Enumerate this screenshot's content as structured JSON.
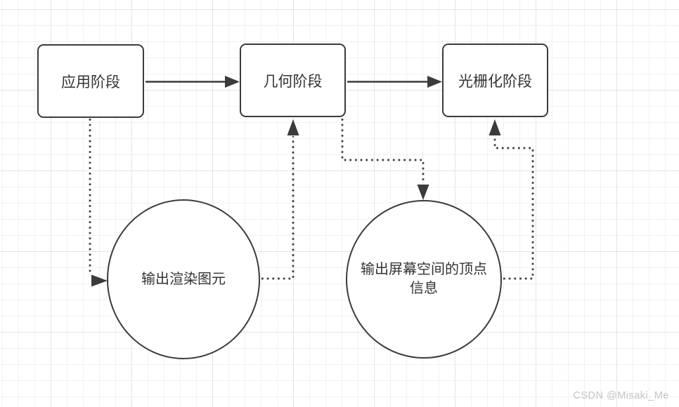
{
  "diagram": {
    "type": "flowchart",
    "topic": "rendering-pipeline-stages",
    "boxes": [
      {
        "id": "application-stage",
        "label": "应用阶段"
      },
      {
        "id": "geometry-stage",
        "label": "几何阶段"
      },
      {
        "id": "rasterization-stage",
        "label": "光栅化阶段"
      }
    ],
    "ellipses": [
      {
        "id": "output-render-primitives",
        "label": "输出渲染图元"
      },
      {
        "id": "output-screen-space-vertex-info",
        "label": "输出屏幕空间的顶点\n信息"
      }
    ],
    "edges": [
      {
        "from": "application-stage",
        "to": "geometry-stage",
        "style": "solid-arrow"
      },
      {
        "from": "geometry-stage",
        "to": "rasterization-stage",
        "style": "solid-arrow"
      },
      {
        "from": "application-stage",
        "to": "output-render-primitives",
        "style": "dotted-arrow"
      },
      {
        "from": "output-render-primitives",
        "to": "geometry-stage",
        "style": "dotted-arrow"
      },
      {
        "from": "geometry-stage",
        "to": "output-screen-space-vertex-info",
        "style": "dotted-arrow"
      },
      {
        "from": "output-screen-space-vertex-info",
        "to": "rasterization-stage",
        "style": "dotted-arrow"
      }
    ],
    "colors": {
      "shape_border": "#3b3b3b",
      "text": "#333333",
      "background": "#ffffff",
      "grid_minor": "#f1f1f1",
      "grid_major": "#e4e4e4",
      "watermark": "#c4c4c4"
    }
  },
  "watermark": {
    "text": "CSDN @Misaki_Me"
  }
}
